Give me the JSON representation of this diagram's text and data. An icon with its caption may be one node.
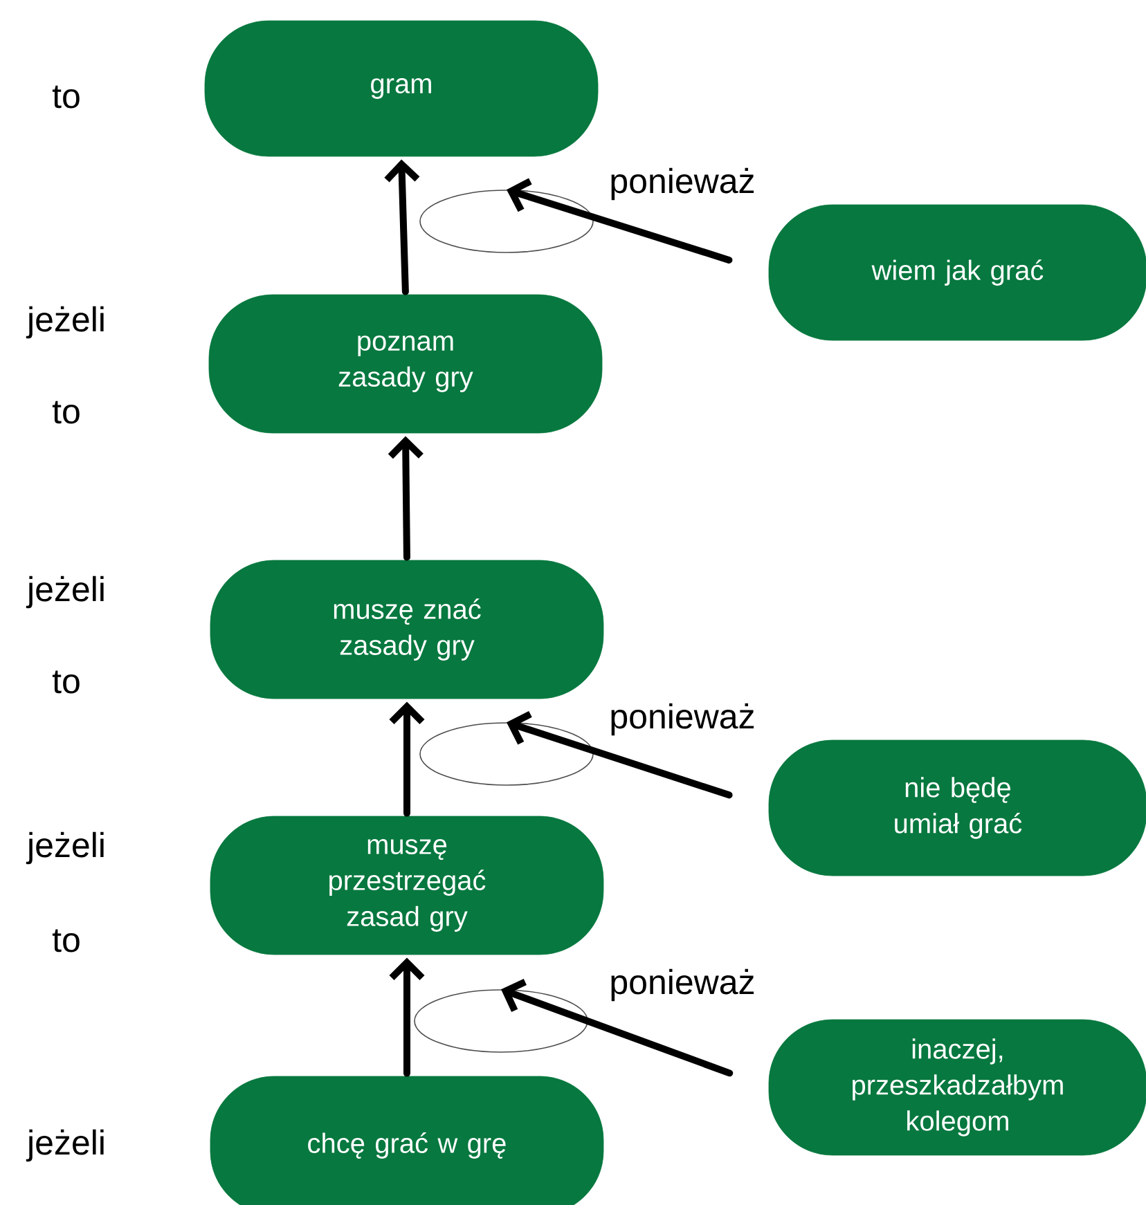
{
  "diagram": {
    "nodes": [
      {
        "text": [
          "gram"
        ]
      },
      {
        "text": [
          "poznam zasady gry"
        ]
      },
      {
        "text": [
          "muszę znać zasady gry"
        ]
      },
      {
        "text": [
          "muszę przestrzegać zasad gry"
        ]
      },
      {
        "text": [
          "chcę grać w grę"
        ]
      },
      {
        "text": [
          "wiem jak grać"
        ]
      },
      {
        "text": [
          "nie będę umiał grać"
        ]
      },
      {
        "text": [
          "inaczej, przeszkadzałbym kolegom"
        ]
      },
      {
        "text": [],
        "shape": "ellipse"
      },
      {
        "text": [],
        "shape": "ellipse"
      },
      {
        "text": [],
        "shape": "ellipse"
      }
    ],
    "edges": [
      {
        "from": 1,
        "to": 0,
        "arrow": "to"
      },
      {
        "from": 2,
        "to": 1,
        "arrow": "to"
      },
      {
        "from": 3,
        "to": 2,
        "arrow": "to"
      },
      {
        "from": 4,
        "to": 3,
        "arrow": "to"
      },
      {
        "from": 5,
        "to": 8,
        "arrow": "to",
        "label": "ponieważ"
      },
      {
        "from": 6,
        "to": 9,
        "arrow": "to",
        "label": "ponieważ"
      },
      {
        "from": 7,
        "to": 10,
        "arrow": "to",
        "label": "ponieważ"
      }
    ],
    "labels": [
      "to",
      "jeżeli",
      "to",
      "jeżeli",
      "to",
      "jeżeli",
      "to",
      "jeżeli"
    ]
  }
}
